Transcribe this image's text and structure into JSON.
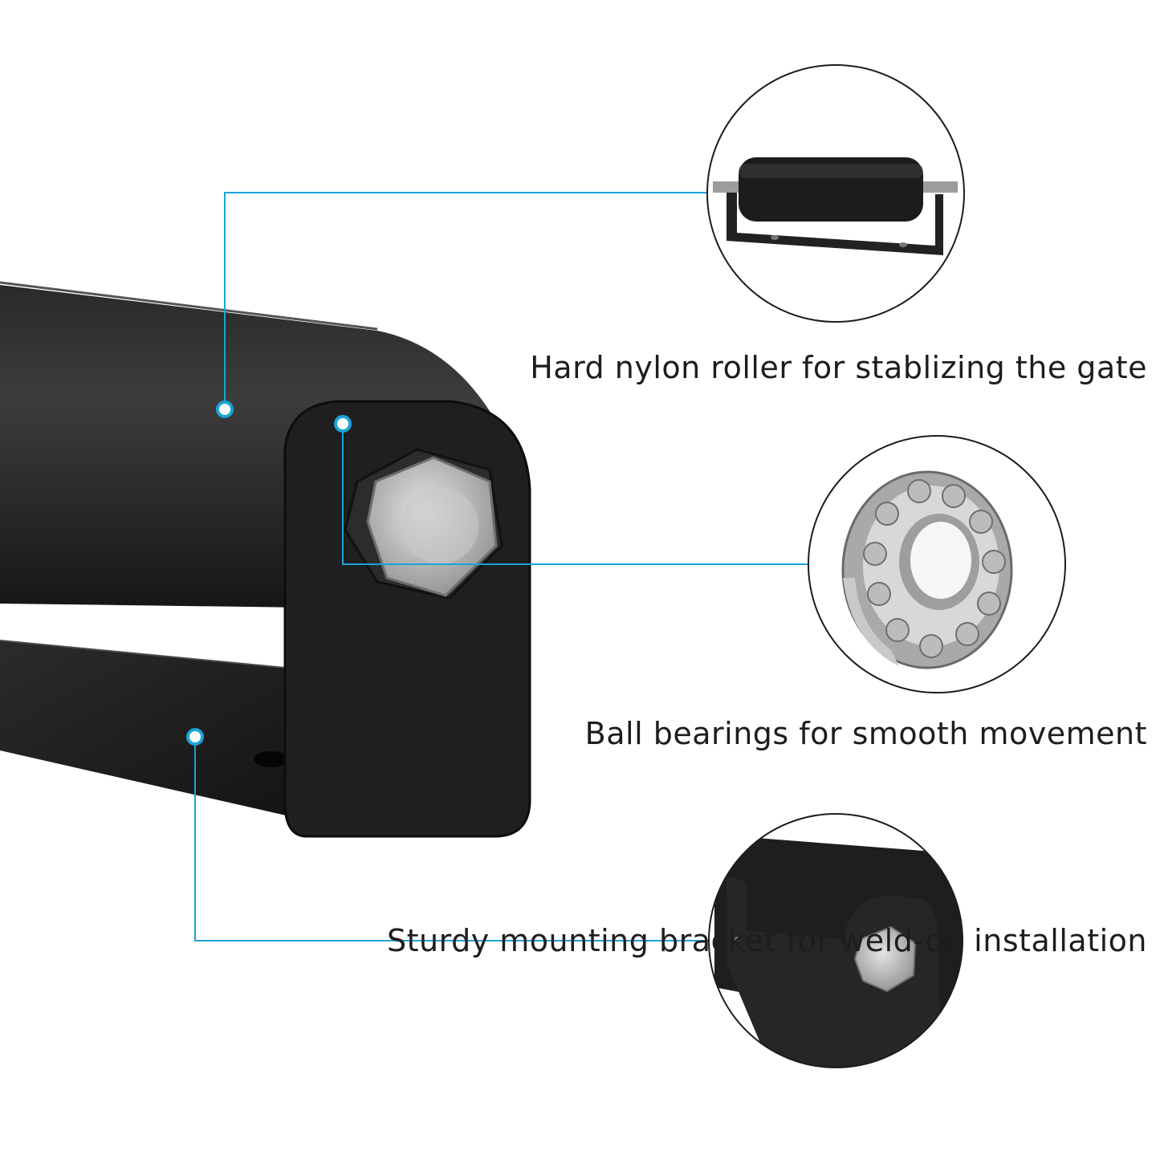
{
  "accent_color": "#1aa3d9",
  "callouts": [
    {
      "label": "Hard nylon roller for stablizing the gate",
      "detail_icon": "roller-detail-icon"
    },
    {
      "label": "Ball bearings for smooth movement",
      "detail_icon": "ball-bearing-icon"
    },
    {
      "label": "Sturdy mounting bracket for weld-on installation",
      "detail_icon": "bracket-detail-icon"
    }
  ]
}
